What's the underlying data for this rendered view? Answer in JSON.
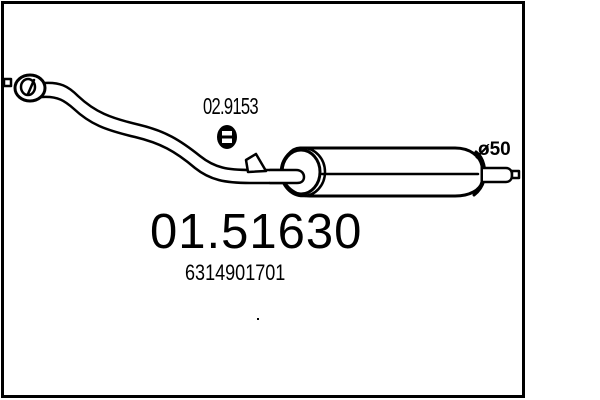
{
  "product": {
    "part_number": "01.51630",
    "oe_number": "6314901701",
    "hanger_part_number": "02.9153",
    "outlet_diameter": "ø50"
  },
  "colors": {
    "line": "#000000",
    "background": "#ffffff"
  }
}
